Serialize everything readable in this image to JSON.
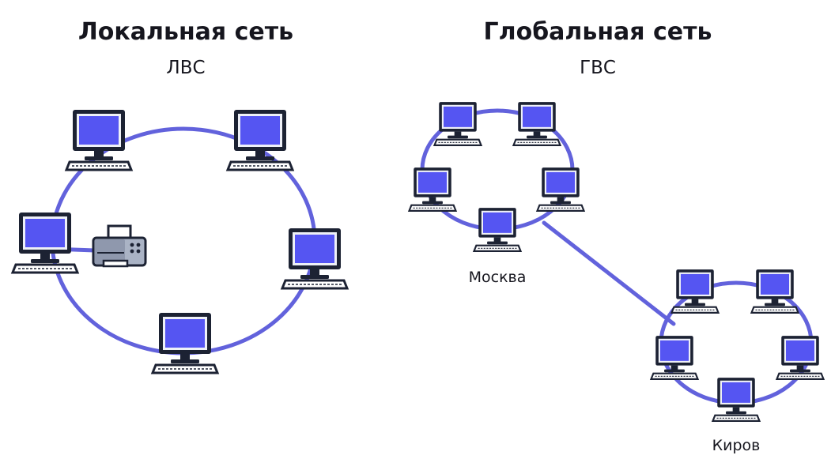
{
  "lan": {
    "title": "Локальная сеть",
    "subtitle": "ЛВС"
  },
  "wan": {
    "title": "Глобальная сеть",
    "subtitle": "ГВС",
    "cities": [
      "Москва",
      "Киров"
    ]
  },
  "colors": {
    "link": "#6262dc",
    "screen": "#5555f2",
    "outline": "#1c2233",
    "printer_body": "#aab3c5"
  },
  "icons": {
    "node": "computer-icon",
    "device": "printer-icon"
  }
}
